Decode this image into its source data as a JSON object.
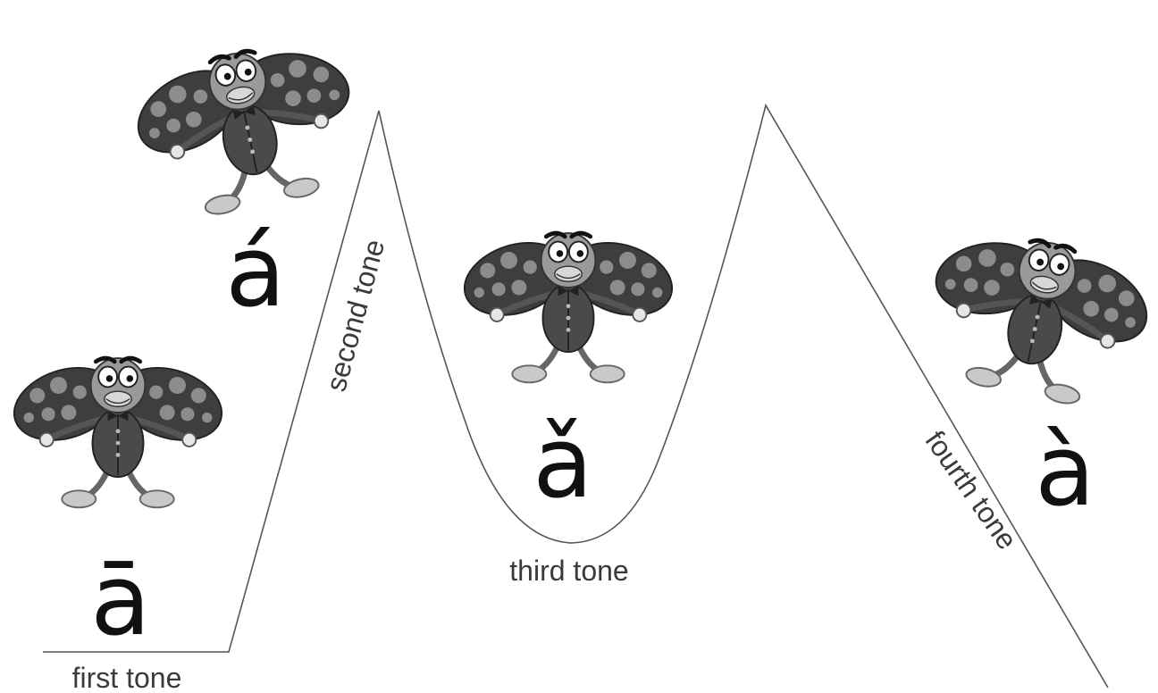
{
  "diagram": {
    "tones": [
      {
        "syllable": "ā",
        "label": "first tone"
      },
      {
        "syllable": "á",
        "label": "second tone"
      },
      {
        "syllable": "ǎ",
        "label": "third tone"
      },
      {
        "syllable": "à",
        "label": "fourth tone"
      }
    ],
    "illustration": "ladybug-cartoon-icon",
    "colors": {
      "line": "#555555",
      "text": "#3a3a3a",
      "syllable": "#111111",
      "bug_dark": "#3e3e3e",
      "bug_spot": "#8c8c8c",
      "bug_body": "#9a9a9a",
      "bug_face": "#d8d8d8"
    }
  }
}
